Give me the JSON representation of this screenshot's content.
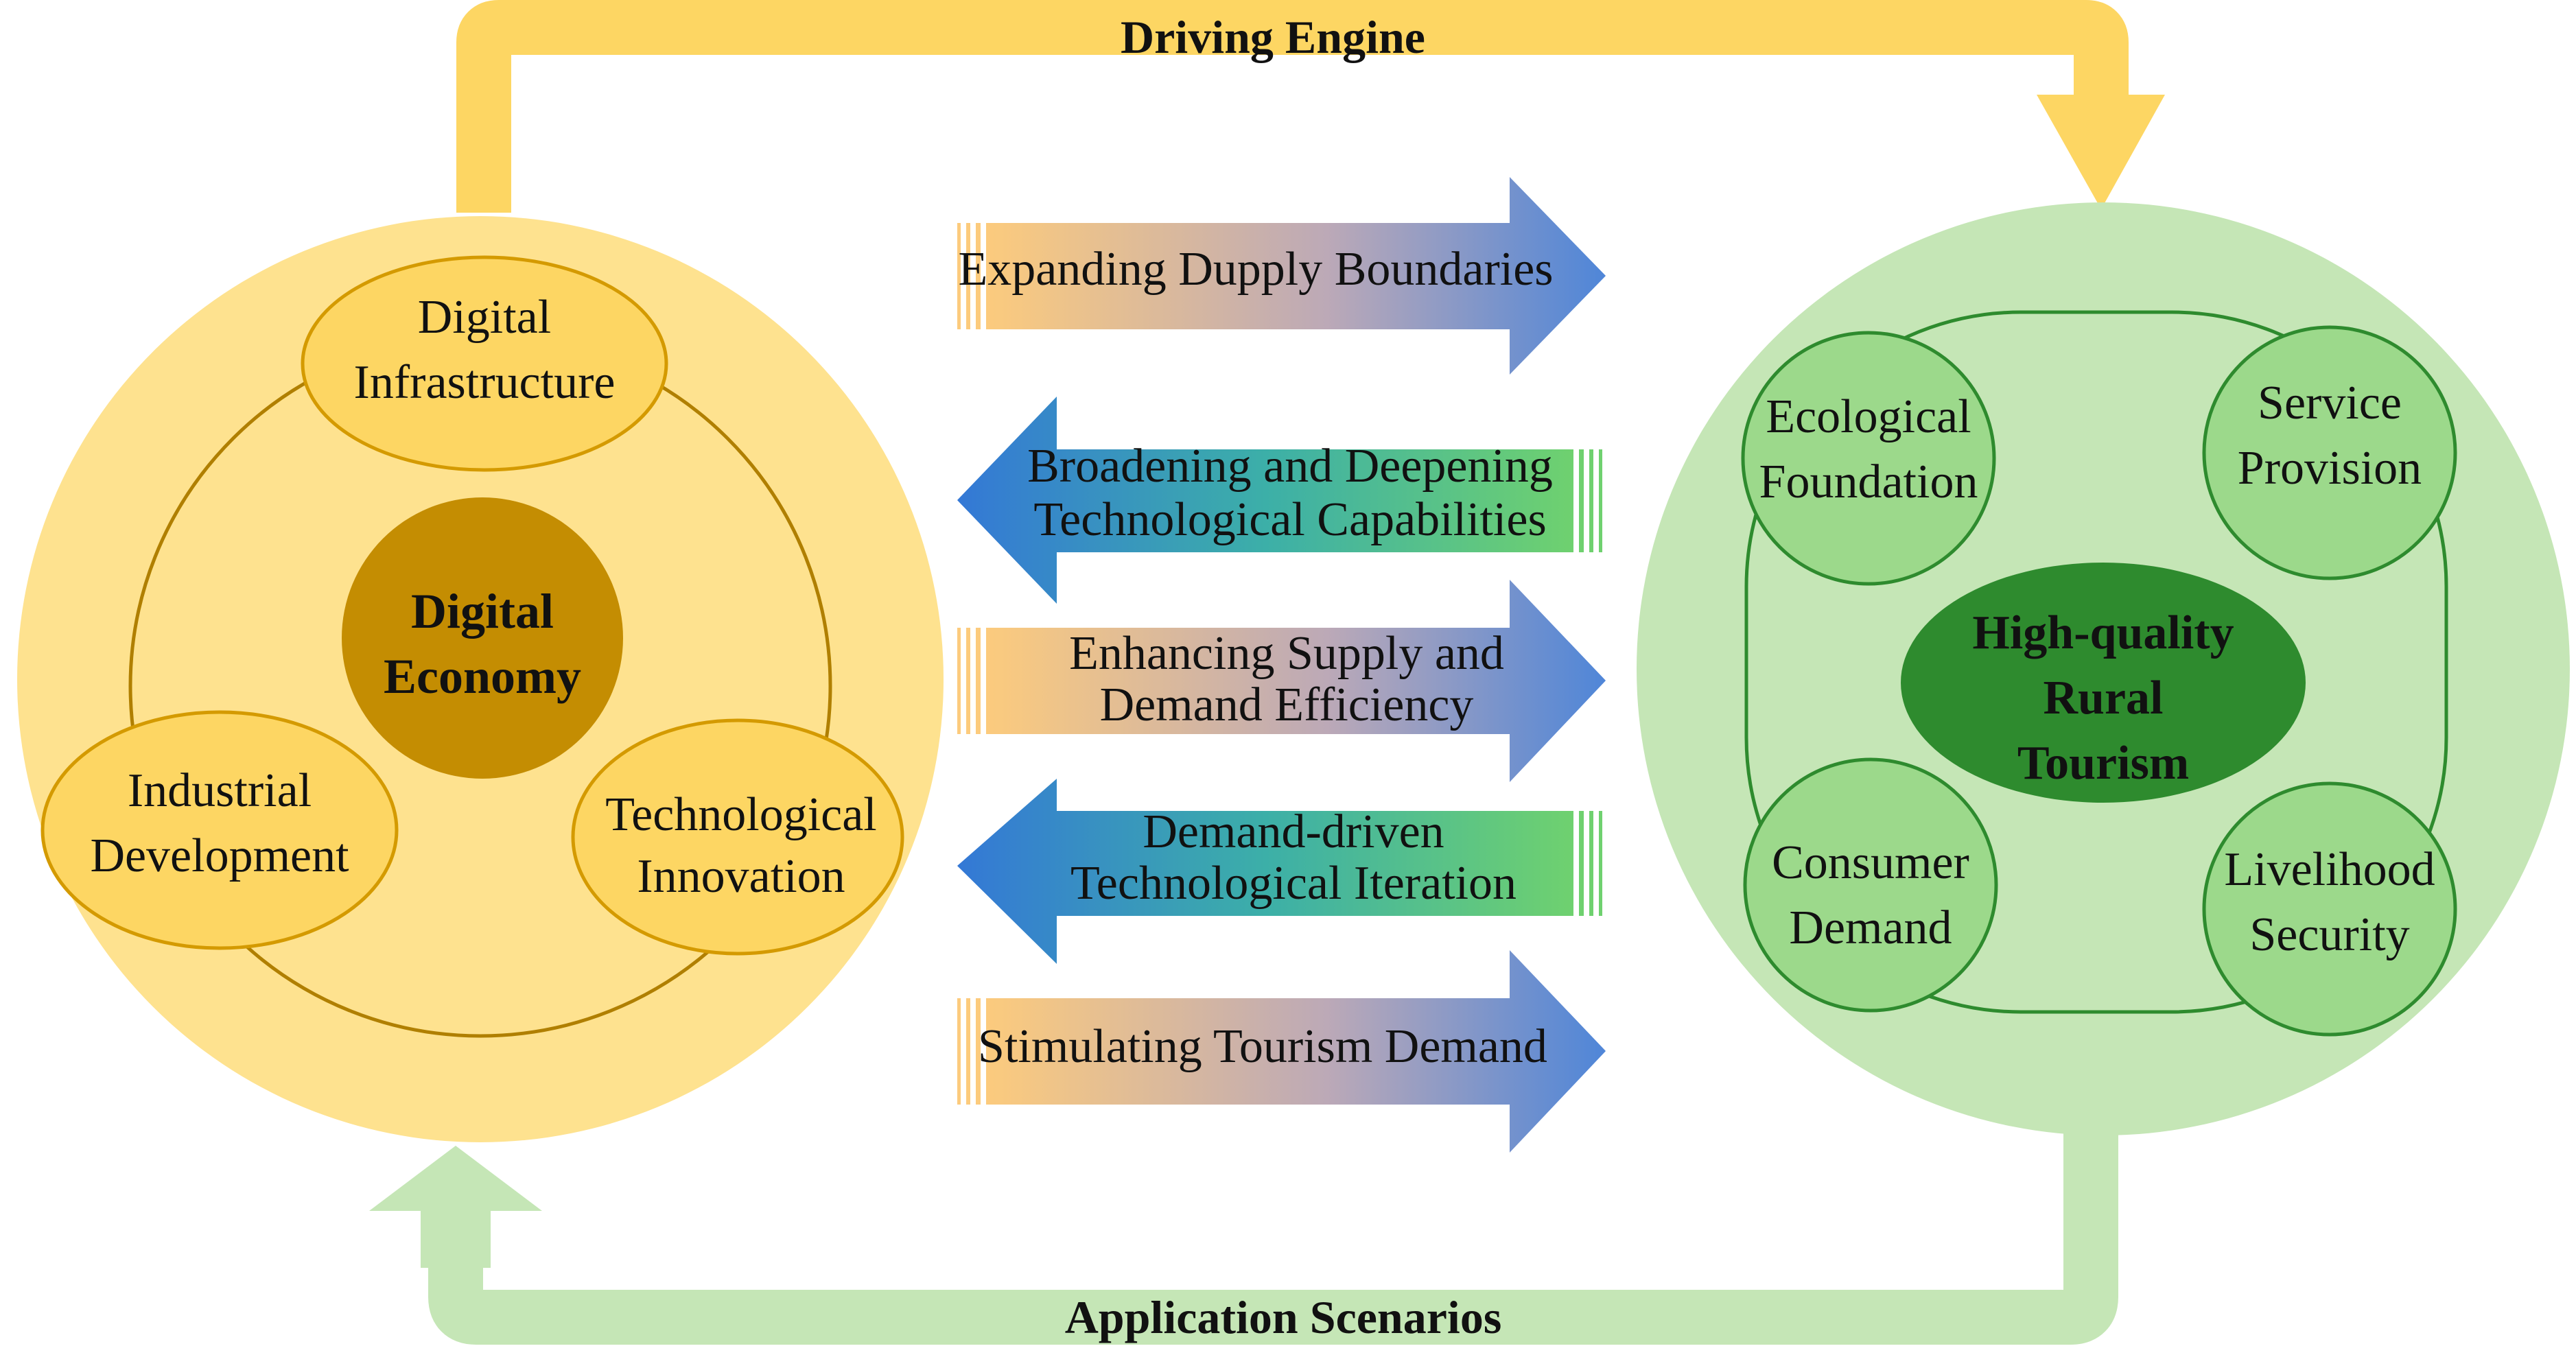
{
  "top_loop": {
    "label": "Driving Engine",
    "color": "#FDD663"
  },
  "bottom_loop": {
    "label": "Application Scenarios",
    "color": "#C5E6B6"
  },
  "left_system": {
    "core": {
      "line1": "Digital",
      "line2": "Economy"
    },
    "nodes": {
      "infrastructure": {
        "line1": "Digital",
        "line2": "Infrastructure"
      },
      "industrial": {
        "line1": "Industrial",
        "line2": "Development"
      },
      "innovation": {
        "line1": "Technological",
        "line2": "Innovation"
      }
    },
    "colors": {
      "outer": "#FEE28F",
      "node": "#FDD663",
      "core": "#C48D02"
    }
  },
  "right_system": {
    "core": {
      "line1": "High-quality",
      "line2": "Rural",
      "line3": "Tourism"
    },
    "nodes": {
      "ecological": {
        "line1": "Ecological",
        "line2": "Foundation"
      },
      "service": {
        "line1": "Service",
        "line2": "Provision"
      },
      "consumer": {
        "line1": "Consumer",
        "line2": "Demand"
      },
      "livelihood": {
        "line1": "Livelihood",
        "line2": "Security"
      }
    },
    "colors": {
      "outer": "#C5E6B6",
      "node": "#9CD98B",
      "core": "#2E8B2E"
    }
  },
  "arrows": {
    "a1": {
      "line1": "Expanding Dupply Boundaries",
      "direction": "right"
    },
    "a2": {
      "line1": "Broadening and Deepening",
      "line2": "Technological Capabilities",
      "direction": "left"
    },
    "a3": {
      "line1": "Enhancing Supply and",
      "line2": "Demand Efficiency",
      "direction": "right"
    },
    "a4": {
      "line1": "Demand-driven",
      "line2": "Technological Iteration",
      "direction": "left"
    },
    "a5": {
      "line1": "Stimulating Tourism Demand",
      "direction": "right"
    }
  }
}
